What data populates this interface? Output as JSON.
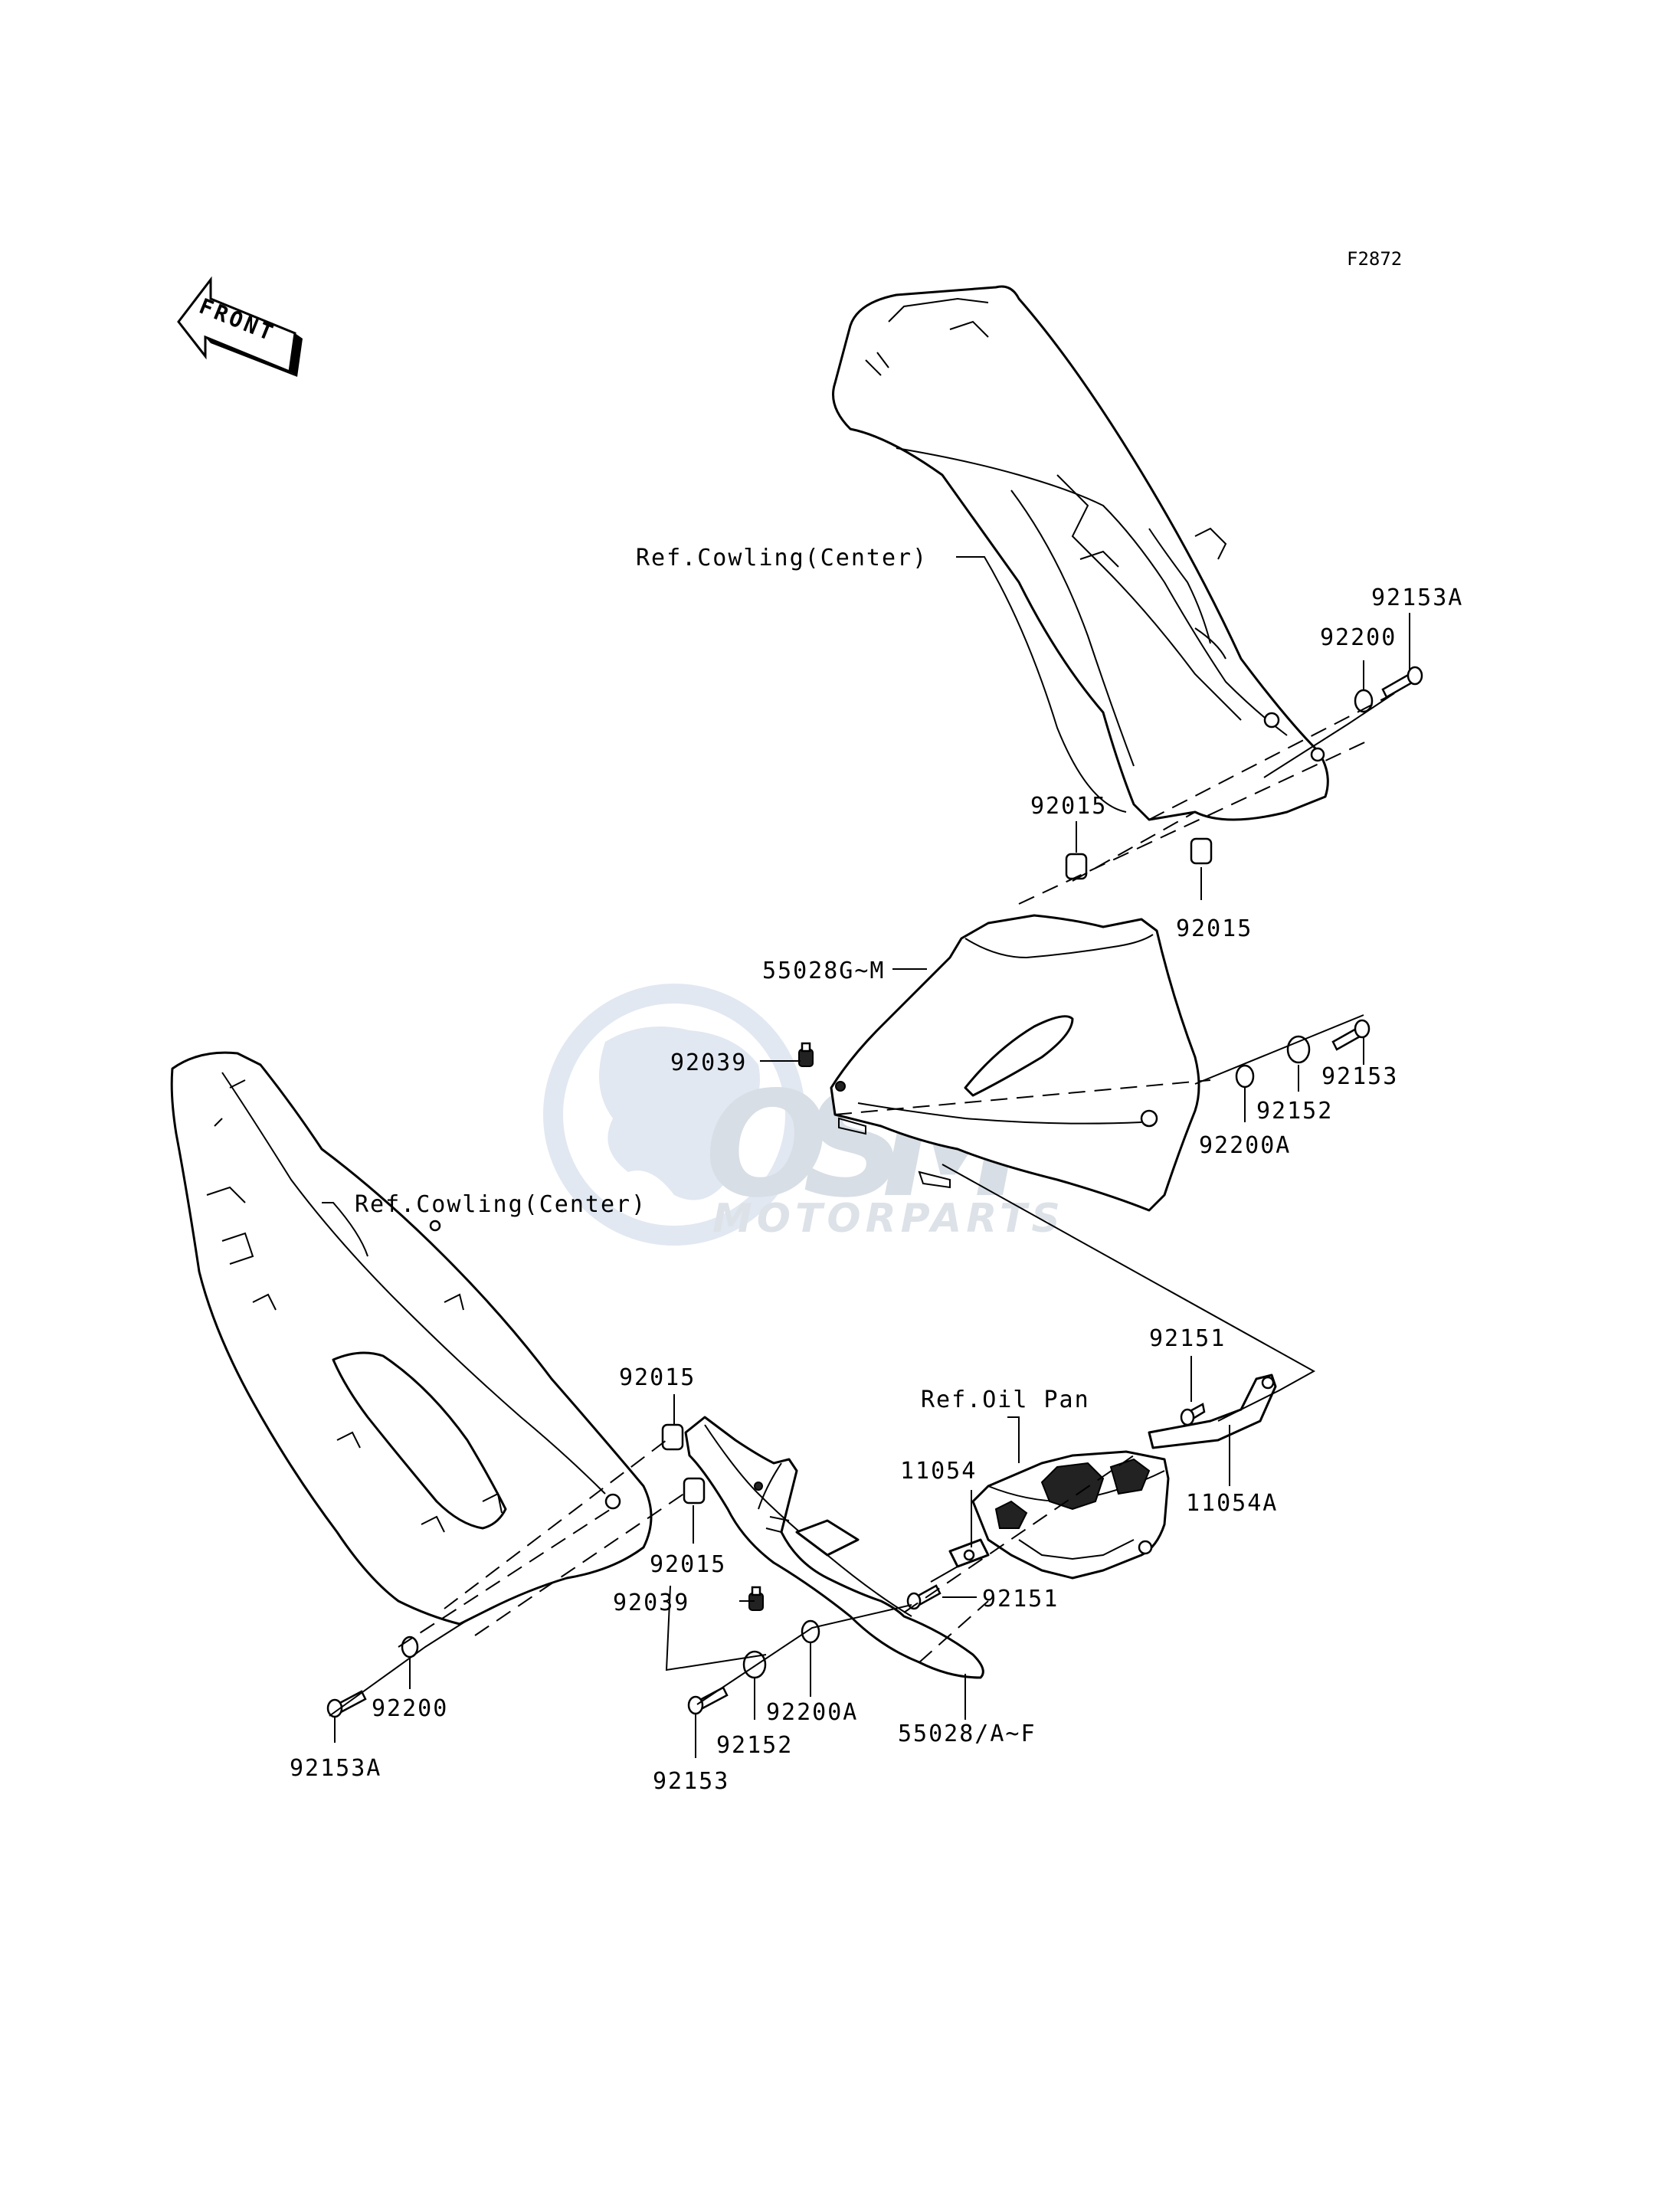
{
  "diagram_code": "F2872",
  "front_arrow": {
    "label": "FRONT",
    "icon": "front-direction-arrow-icon"
  },
  "watermark": {
    "brand": "OSM",
    "sub": "MOTORPARTS",
    "color": "#cfdbe8"
  },
  "labels": {
    "ref_cowling_center_top": "Ref.Cowling(Center)",
    "ref_cowling_center_left": "Ref.Cowling(Center)",
    "ref_oil_pan": "Ref.Oil Pan",
    "p55028G_M": "55028G~M",
    "p55028A_F": "55028/A~F",
    "p92153A_top": "92153A",
    "p92200_top": "92200",
    "p92015_upper_a": "92015",
    "p92015_upper_b": "92015",
    "p92039_upper": "92039",
    "p92153_right": "92153",
    "p92152_right": "92152",
    "p92200A_right": "92200A",
    "p92151_top": "92151",
    "p11054A": "11054A",
    "p11054": "11054",
    "p92151_mid": "92151",
    "p92015_lower_a": "92015",
    "p92015_lower_b": "92015",
    "p92039_lower": "92039",
    "p92200_bottom": "92200",
    "p92153A_bottom": "92153A",
    "p92200A_bottom": "92200A",
    "p92152_bottom": "92152",
    "p92153_bottom": "92153"
  }
}
